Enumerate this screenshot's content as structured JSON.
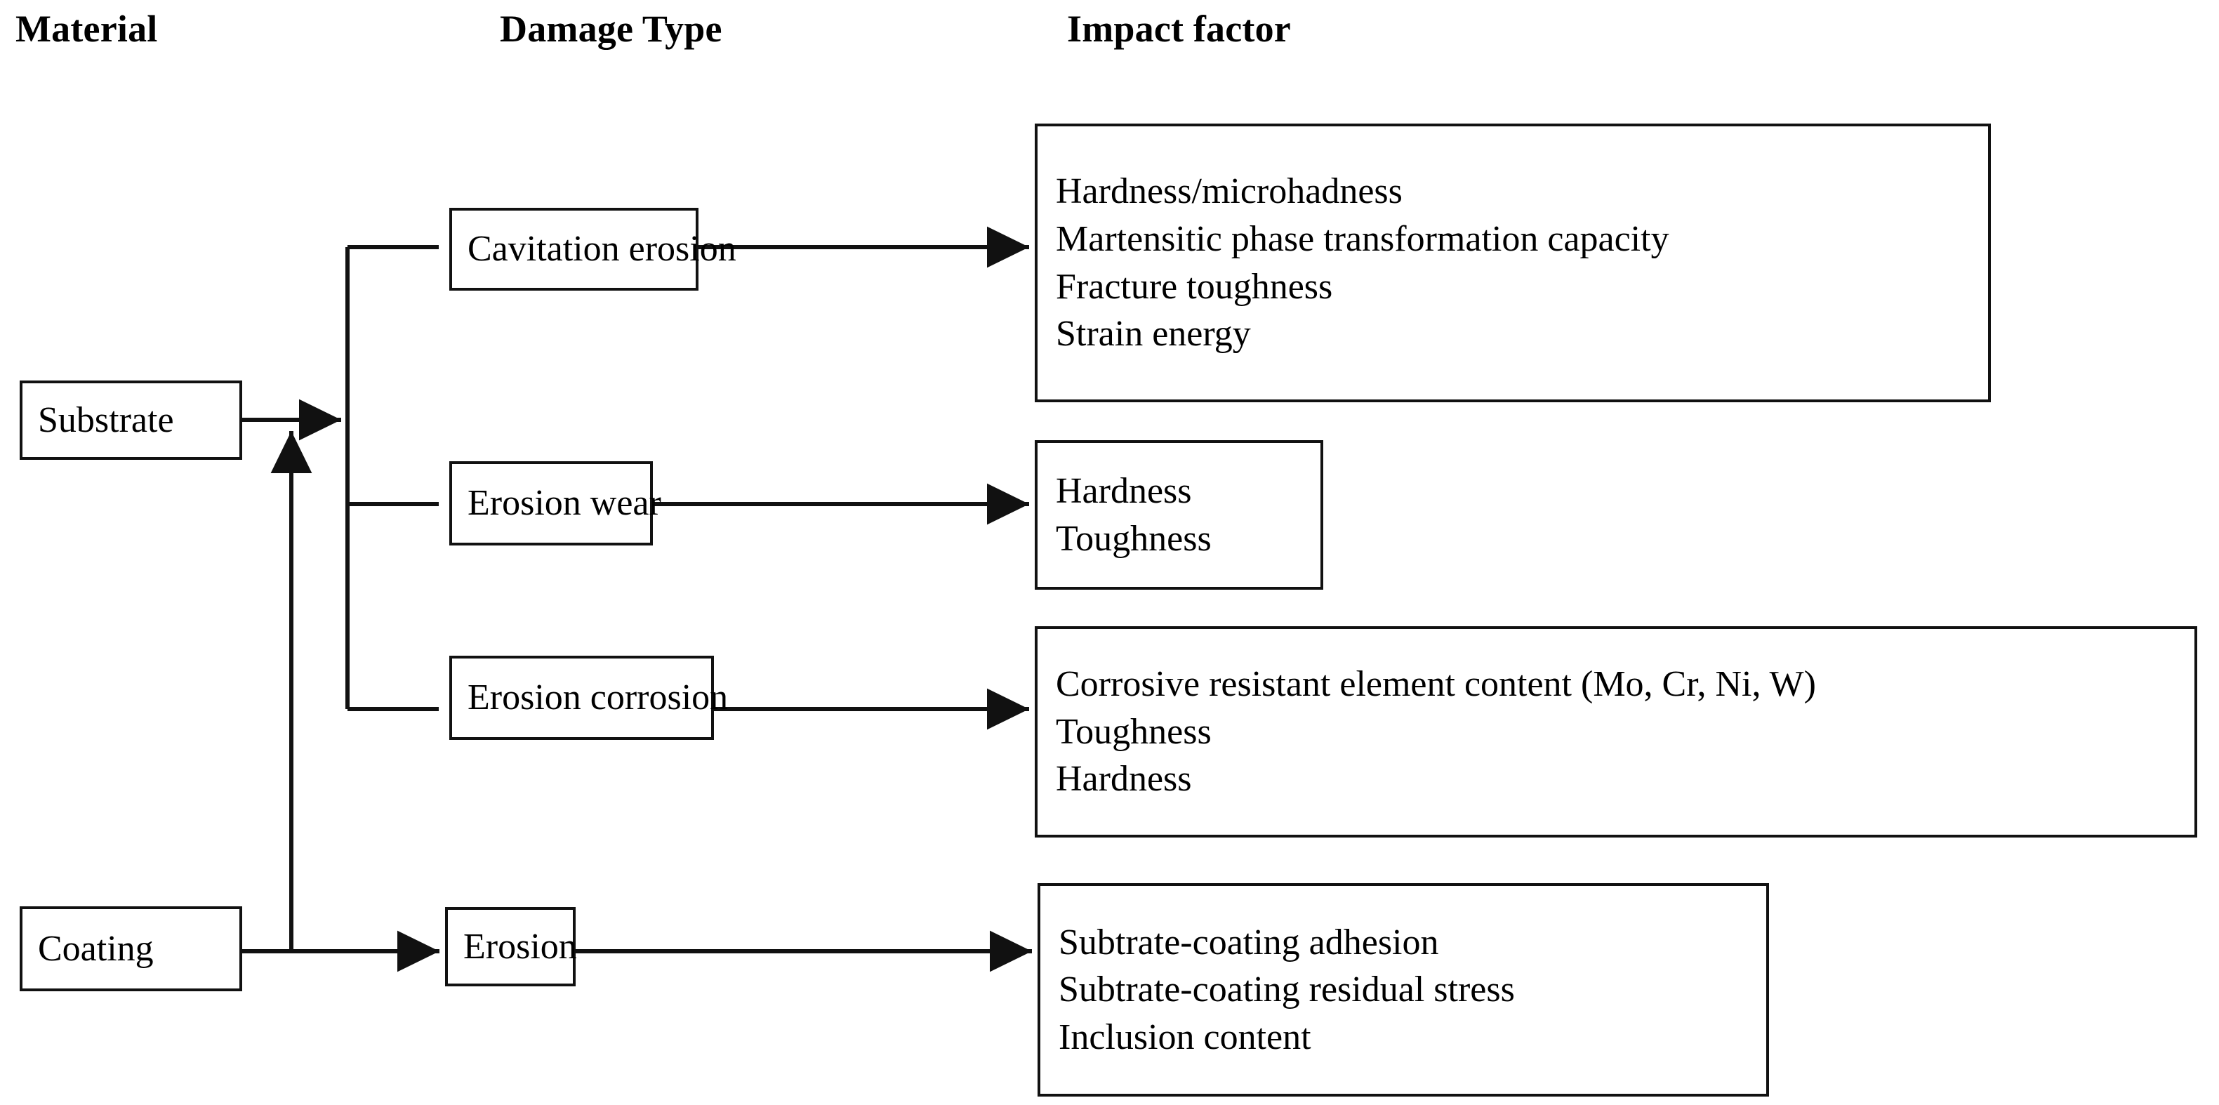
{
  "headers": [
    {
      "label": "Material"
    },
    {
      "label": "Damage Type"
    },
    {
      "label": "Impact factor"
    }
  ],
  "materials": [
    {
      "label": "Substrate"
    },
    {
      "label": "Coating"
    }
  ],
  "damage_types": [
    {
      "label": "Cavitation erosion"
    },
    {
      "label": "Erosion wear"
    },
    {
      "label": "Erosion corrosion"
    },
    {
      "label": "Erosion"
    }
  ],
  "impact_factors": [
    {
      "for": "Cavitation erosion",
      "lines": [
        "Hardness/microhadness",
        "Martensitic phase transformation capacity",
        "Fracture toughness",
        "Strain energy"
      ]
    },
    {
      "for": "Erosion wear",
      "lines": [
        "Hardness",
        "Toughness"
      ]
    },
    {
      "for": "Erosion corrosion",
      "lines": [
        "Corrosive resistant element content (Mo, Cr, Ni, W)",
        "Toughness",
        "Hardness"
      ]
    },
    {
      "for": "Erosion",
      "lines": [
        "Subtrate-coating adhesion",
        "Subtrate-coating residual stress",
        "Inclusion content"
      ]
    }
  ],
  "colors": {
    "line": "#111111",
    "text": "#000000",
    "background": "#ffffff"
  }
}
